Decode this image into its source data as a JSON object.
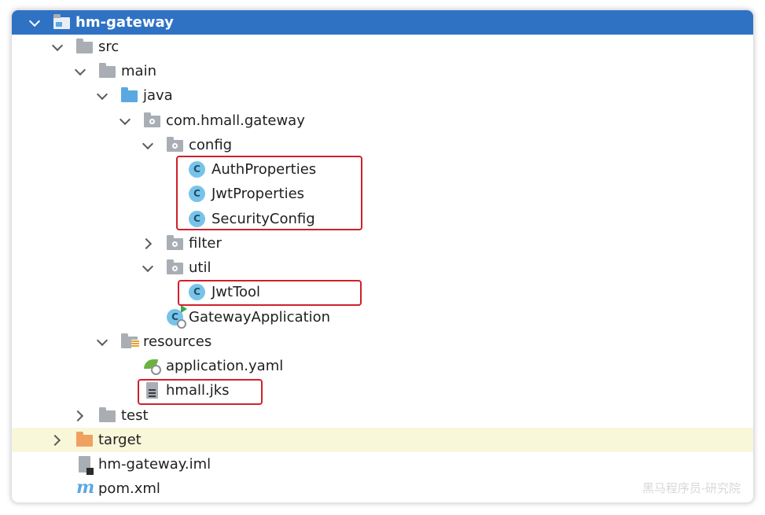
{
  "tree": {
    "root": {
      "label": "hm-gateway"
    },
    "src": {
      "label": "src"
    },
    "main": {
      "label": "main"
    },
    "java": {
      "label": "java"
    },
    "package": {
      "label": "com.hmall.gateway"
    },
    "config": {
      "label": "config"
    },
    "auth_properties": {
      "label": "AuthProperties",
      "icon_letter": "C"
    },
    "jwt_properties": {
      "label": "JwtProperties",
      "icon_letter": "C"
    },
    "security_config": {
      "label": "SecurityConfig",
      "icon_letter": "C"
    },
    "filter": {
      "label": "filter"
    },
    "util": {
      "label": "util"
    },
    "jwt_tool": {
      "label": "JwtTool",
      "icon_letter": "C"
    },
    "gateway_application": {
      "label": "GatewayApplication",
      "icon_letter": "C"
    },
    "resources": {
      "label": "resources"
    },
    "application_yaml": {
      "label": "application.yaml"
    },
    "hmall_jks": {
      "label": "hmall.jks"
    },
    "test": {
      "label": "test"
    },
    "target": {
      "label": "target"
    },
    "iml": {
      "label": "hm-gateway.iml"
    },
    "pom": {
      "label": "pom.xml",
      "icon_letter": "m"
    }
  },
  "watermark": "黑马程序员-研究院",
  "colors": {
    "selection": "#2f72c4",
    "excluded_row": "#f8f7da",
    "highlight_box": "#d0202a",
    "folder_gray": "#a9aeb5",
    "source_folder_blue": "#5aa8e2",
    "target_folder_orange": "#f0a060",
    "class_icon": "#79c3e8"
  }
}
